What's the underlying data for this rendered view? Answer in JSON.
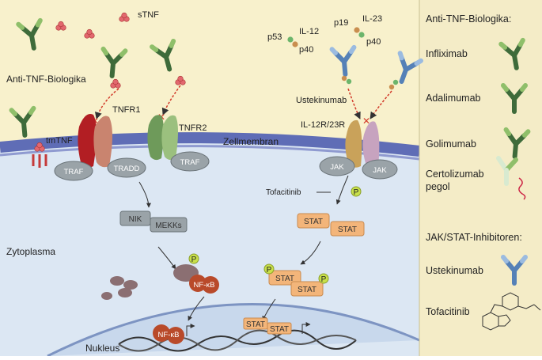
{
  "diagram": {
    "ligands": {
      "stnf": "sTNF",
      "p53": "p53",
      "p40_left": "p40",
      "il12": "IL-12",
      "p19": "p19",
      "il23": "IL-23",
      "p40_right": "p40"
    },
    "labels": {
      "anti_tnf_biologika": "Anti-TNF-Biologika",
      "tmtnf": "tmTNF",
      "tnfr1": "TNFR1",
      "tnfr2": "TNFR2",
      "zellmembran": "Zellmembran",
      "ustekinumab": "Ustekinumab",
      "il12r_23r": "IL-12R/23R",
      "tofacitinib": "Tofacitinib",
      "zytoplasma": "Zytoplasma",
      "nukleus": "Nukleus"
    },
    "pills": {
      "traf_left": "TRAF",
      "tradd": "TRADD",
      "traf_right": "TRAF",
      "jak_left": "JAK",
      "jak_right": "JAK",
      "nik": "NIK",
      "mekks": "MEKKs"
    },
    "stat": {
      "stat1": "STAT",
      "stat2": "STAT",
      "stat3": "STAT",
      "stat4": "STAT",
      "stat5": "STAT",
      "stat6": "STAT"
    },
    "phospho": "P",
    "nfkb": "NF-κB"
  },
  "sidebar": {
    "title": "Anti-TNF-Biologika:",
    "infliximab": "Infliximab",
    "adalimumab": "Adalimumab",
    "golimumab": "Golimumab",
    "certolizumab1": "Certolizumab",
    "certolizumab2": "pegol",
    "jakstat_title": "JAK/STAT-Inhibitoren:",
    "ustekinumab": "Ustekinumab",
    "tofacitinib": "Tofacitinib"
  },
  "colors": {
    "extracellular": "#f8f1cc",
    "membrane": "#5f6db6",
    "cytoplasm": "#dce7f3",
    "nucleus": "#c8d8ec",
    "sidebar": "#f4ecc7",
    "stat": "#f3b57a",
    "phospho": "#c9e04a",
    "nfkb": "#b94a2a",
    "inhibit_arrow": "#d23a2a"
  }
}
